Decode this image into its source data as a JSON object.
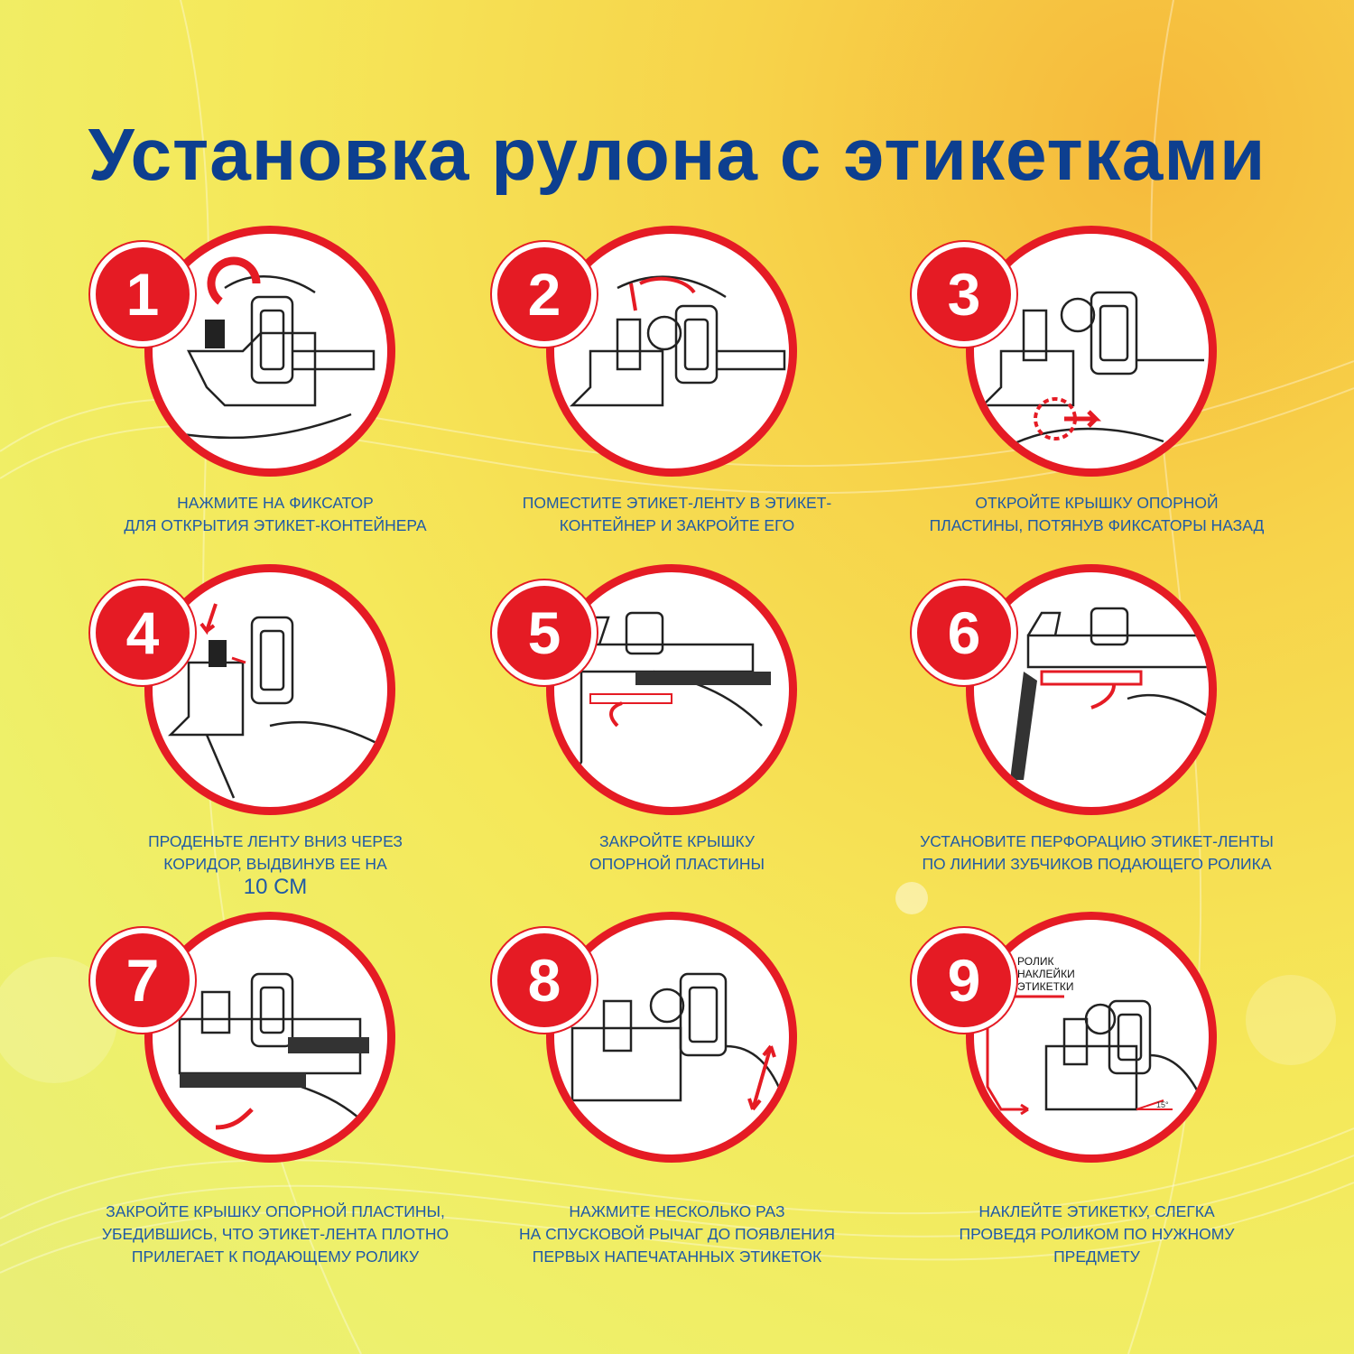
{
  "title": "Установка рулона с этикетками",
  "colors": {
    "title": "#0d3f8f",
    "accent": "#e51b24",
    "caption": "#1f5aa6",
    "background": "#f5e85a"
  },
  "steps": [
    {
      "number": "1",
      "lines": [
        "нажмите на фиксатор",
        "для открытия этикет-контейнера"
      ]
    },
    {
      "number": "2",
      "lines": [
        "поместите этикет-ленту в этикет-",
        "контейнер и закройте его"
      ]
    },
    {
      "number": "3",
      "lines": [
        "откройте крышку опорной",
        "пластины, потянув фиксаторы назад"
      ]
    },
    {
      "number": "4",
      "lines": [
        "проденьте ленту вниз через",
        "коридор, выдвинув ее на",
        "10 см"
      ]
    },
    {
      "number": "5",
      "lines": [
        "закройте крышку",
        "опорной пластины"
      ]
    },
    {
      "number": "6",
      "lines": [
        "установите перфорацию этикет-ленты",
        "по линии зубчиков подающего ролика"
      ]
    },
    {
      "number": "7",
      "lines": [
        "закройте крышку опорной пластины,",
        "убедившись, что этикет-лента плотно",
        "прилегает к подающему ролику"
      ]
    },
    {
      "number": "8",
      "lines": [
        "нажмите несколько раз",
        "на спусковой рычаг до появления",
        "первых напечатанных этикеток"
      ]
    },
    {
      "number": "9",
      "lines": [
        "наклейте этикетку, слегка",
        "проведя роликом по нужному",
        "предмету"
      ],
      "inset_label": [
        "РОЛИК",
        "НАКЛЕЙКИ",
        "ЭТИКЕТКИ"
      ],
      "angle_label": "15°"
    }
  ]
}
